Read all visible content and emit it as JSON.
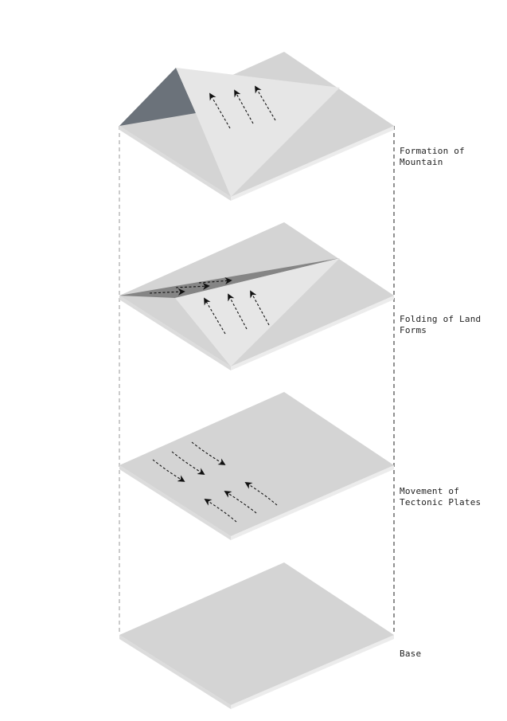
{
  "layers": [
    {
      "id": "mountain",
      "label_lines": [
        "Formation of",
        "Mountain"
      ]
    },
    {
      "id": "folding",
      "label_lines": [
        "Folding of Land",
        "Forms"
      ]
    },
    {
      "id": "movement",
      "label_lines": [
        "Movement of",
        "Tectonic Plates"
      ]
    },
    {
      "id": "base",
      "label_lines": [
        "Base"
      ]
    }
  ],
  "colors": {
    "slab_top": "#d4d4d4",
    "slab_edge": "#e8e8e8",
    "light_face": "#e6e6e6",
    "dark_face": "#6b727a",
    "fold_band": "#8a8a8a",
    "arrow": "#111111",
    "guide": "#888888"
  },
  "icons": [
    "dashed-arrow-icon"
  ]
}
